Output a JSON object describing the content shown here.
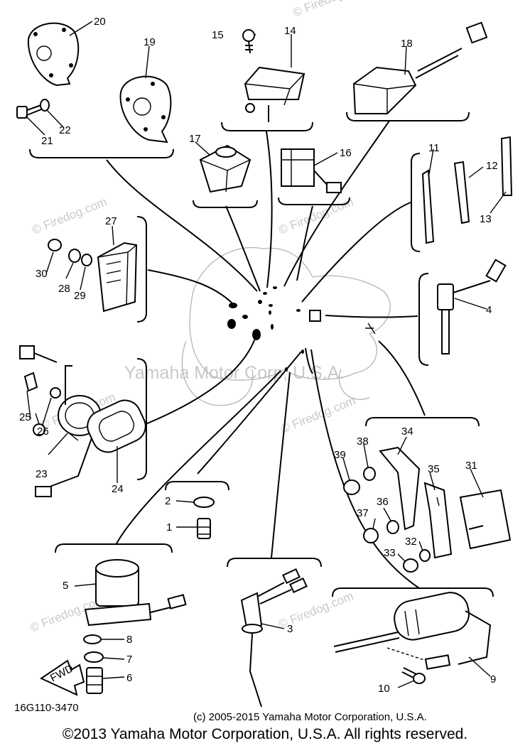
{
  "diagram_code": "16G110-3470",
  "small_notice": "(c) 2005-2015 Yamaha Motor Corporation, U.S.A.",
  "watermark_center": "Yamaha Motor Corp, U.S.A.",
  "watermark_site": "© Firedog.com",
  "direction_arrow": "FWD",
  "copyright": "©2013 Yamaha Motor Corporation, U.S.A. All rights reserved.",
  "callouts": {
    "c1": "1",
    "c2": "2",
    "c3": "3",
    "c4": "4",
    "c5": "5",
    "c6": "6",
    "c7": "7",
    "c8": "8",
    "c9": "9",
    "c10": "10",
    "c11": "11",
    "c12": "12",
    "c13": "13",
    "c14": "14",
    "c15": "15",
    "c16": "16",
    "c17": "17",
    "c18": "18",
    "c19": "19",
    "c20": "20",
    "c21": "21",
    "c22": "22",
    "c23": "23",
    "c24": "24",
    "c25": "25",
    "c26": "26",
    "c27": "27",
    "c28": "28",
    "c29": "29",
    "c30": "30",
    "c31": "31",
    "c32": "32",
    "c33": "33",
    "c34": "34",
    "c35": "35",
    "c36": "36",
    "c37": "37",
    "c38": "38",
    "c39": "39"
  },
  "colors": {
    "ink": "#000000",
    "watermark": "#c9c9c9",
    "frame_outline": "#b5b5b5"
  }
}
